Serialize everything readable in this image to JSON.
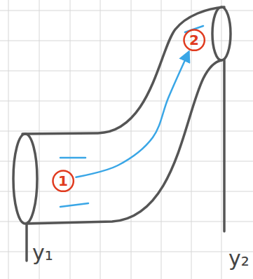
{
  "diagram": {
    "nodes": [
      {
        "text": [
          "1"
        ]
      },
      {
        "text": [
          "2"
        ]
      }
    ],
    "edges": [
      {
        "from": 0,
        "to": 1,
        "arrow": "to"
      }
    ],
    "labels": [
      "y₁",
      "y₂"
    ]
  }
}
